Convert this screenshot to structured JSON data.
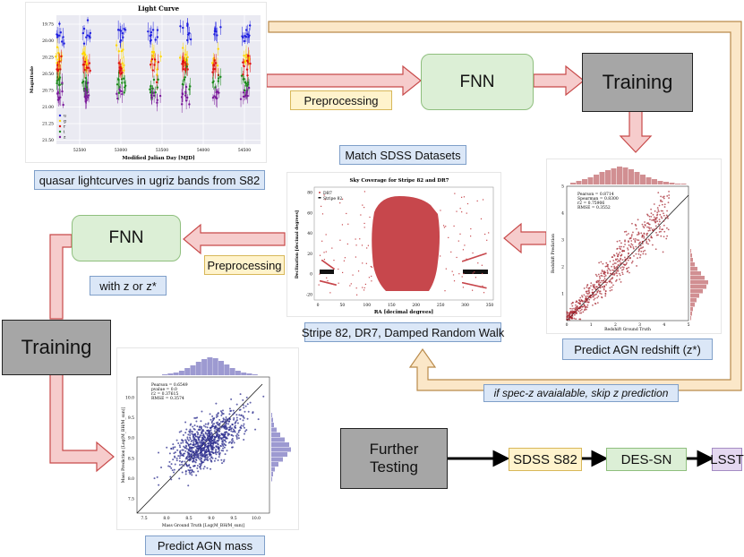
{
  "nodes": {
    "fnn_top": "FNN",
    "training_top": "Training",
    "fnn_left": "FNN",
    "training_left": "Training",
    "further_testing": "Further\nTesting",
    "sdss_s82": "SDSS S82",
    "des_sn": "DES-SN",
    "lsst": "LSST"
  },
  "labels": {
    "preprocessing_top": "Preprocessing",
    "preprocessing_left": "Preprocessing",
    "match_sdss": "Match SDSS Datasets",
    "lightcurves_caption": "quasar lightcurves in ugriz bands from S82",
    "with_z": "with z or z*",
    "stripe_caption": "Stripe 82, DR7, Damped Random Walk",
    "predict_redshift": "Predict AGN redshift (z*)",
    "predict_mass": "Predict AGN mass",
    "skip_note": "if spec-z avaialable, skip z prediction"
  },
  "colors": {
    "arrow_fill": "#f6cccc",
    "arrow_stroke": "#c84a4a",
    "loop_fill": "#fbe7c8",
    "loop_stroke": "#b98a4a",
    "box_green": "#dcefd6",
    "box_gray": "#a6a6a6"
  },
  "lightcurve_plot": {
    "title": "Light Curve",
    "xlabel": "Modified Julian Day [MJD]",
    "ylabel": "Magnitude",
    "xticks": [
      "52500",
      "53000",
      "53500",
      "54000",
      "54500"
    ],
    "yticks": [
      "19.75",
      "20.00",
      "20.25",
      "20.50",
      "20.75",
      "21.00",
      "21.25",
      "21.50"
    ],
    "legend": [
      "u",
      "g",
      "r",
      "i",
      "z"
    ]
  },
  "sky_plot": {
    "title": "Sky Coverage for Stripe 82 and DR7",
    "xlabel": "RA [decimal degrees]",
    "ylabel": "Declination [decimal degrees]",
    "xticks": [
      "0",
      "50",
      "100",
      "150",
      "200",
      "250",
      "300",
      "350"
    ],
    "yticks": [
      "80",
      "60",
      "40",
      "20",
      "0",
      "-20"
    ],
    "legend": [
      "DR7",
      "Stripe 82"
    ]
  },
  "redshift_plot": {
    "xlabel": "Redshift Ground Truth",
    "ylabel": "Redshift Prediction",
    "xticks": [
      "0",
      "1",
      "2",
      "3",
      "4",
      "5"
    ],
    "yticks": [
      "1",
      "2",
      "3",
      "4",
      "5"
    ],
    "stats": [
      "Pearson = 0.8714",
      "Spearman = 0.8300",
      "r2 = 0.75906",
      "RMSE = 0.3552"
    ]
  },
  "mass_plot": {
    "xlabel": "Mass Ground Truth [Log(M_BH/M_sun)]",
    "ylabel": "Mass Prediction [Log(M_BH/M_sun)]",
    "xticks": [
      "7.5",
      "8.0",
      "8.5",
      "9.0",
      "9.5",
      "10.0"
    ],
    "yticks": [
      "7.5",
      "8.0",
      "8.5",
      "9.0",
      "9.5",
      "10.0"
    ],
    "stats": [
      "Pearson = 0.6549",
      "pvalue = 0.0",
      "r2 = 0.37615",
      "RMSE = 0.3574"
    ]
  }
}
